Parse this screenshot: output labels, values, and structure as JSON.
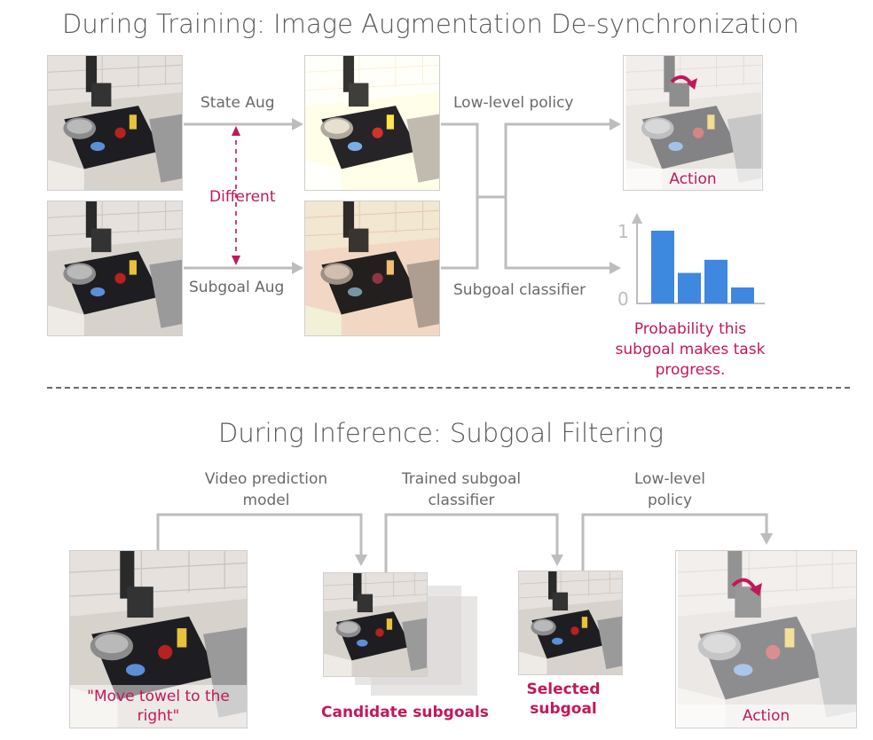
{
  "training": {
    "title": "During Training:  Image Augmentation De-synchronization",
    "state_aug_label": "State Aug",
    "subgoal_aug_label": "Subgoal Aug",
    "different_label": "Different",
    "low_level_policy_label": "Low-level policy",
    "subgoal_classifier_label": "Subgoal classifier",
    "action_label": "Action",
    "probability_caption_line1": "Probability this",
    "probability_caption_line2": "subgoal makes task",
    "probability_caption_line3": "progress."
  },
  "chart_data": {
    "type": "bar",
    "categories": [
      "",
      "",
      "",
      ""
    ],
    "values": [
      1.0,
      0.42,
      0.6,
      0.22
    ],
    "ylim": [
      0,
      1
    ],
    "yticks": [
      "0",
      "1"
    ],
    "bar_color": "#3f88e0"
  },
  "inference": {
    "title": "During Inference: Subgoal Filtering",
    "video_prediction_line1": "Video prediction",
    "video_prediction_line2": "model",
    "trained_classifier_line1": "Trained subgoal",
    "trained_classifier_line2": "classifier",
    "low_level_line1": "Low-level",
    "low_level_line2": "policy",
    "instruction_line1": "\"Move towel to the",
    "instruction_line2": "right\"",
    "candidate_label": "Candidate subgoals",
    "selected_line1": "Selected",
    "selected_line2": "subgoal",
    "action_label": "Action"
  },
  "colors": {
    "accent_pink": "#c2185b",
    "arrow_gray": "#bdbdbd",
    "bar_blue": "#3f88e0"
  }
}
